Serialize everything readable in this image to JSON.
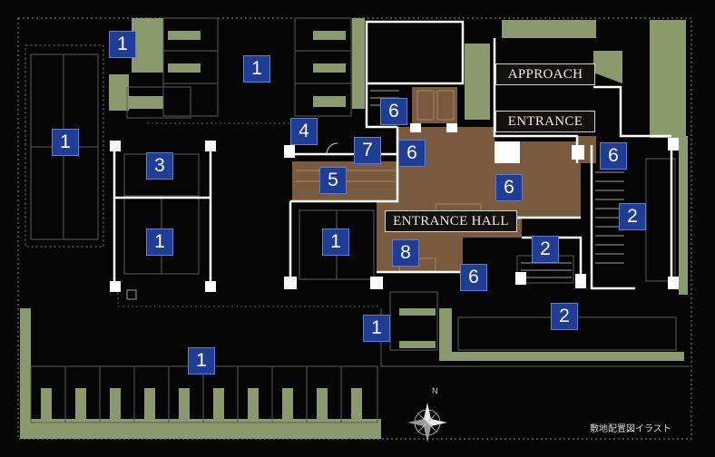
{
  "map": {
    "caption": "敷地配置図イラスト",
    "north_label": "N",
    "colors": {
      "background": "#050505",
      "green_space": "#8a9a6c",
      "interior_floor": "#7a5a3f",
      "walls": "#ffffff",
      "badge_fill": "#1f3d94",
      "label_fill": "#141111"
    },
    "labels": {
      "approach": "APPROACH",
      "entrance": "ENTRANCE",
      "entrance_hall": "ENTRANCE HALL"
    },
    "zones": [
      {
        "number": "1"
      },
      {
        "number": "1"
      },
      {
        "number": "1"
      },
      {
        "number": "3"
      },
      {
        "number": "4"
      },
      {
        "number": "6"
      },
      {
        "number": "7"
      },
      {
        "number": "6"
      },
      {
        "number": "6"
      },
      {
        "number": "5"
      },
      {
        "number": "6"
      },
      {
        "number": "2"
      },
      {
        "number": "1"
      },
      {
        "number": "1"
      },
      {
        "number": "8"
      },
      {
        "number": "2"
      },
      {
        "number": "6"
      },
      {
        "number": "2"
      },
      {
        "number": "1"
      },
      {
        "number": "1"
      }
    ]
  }
}
